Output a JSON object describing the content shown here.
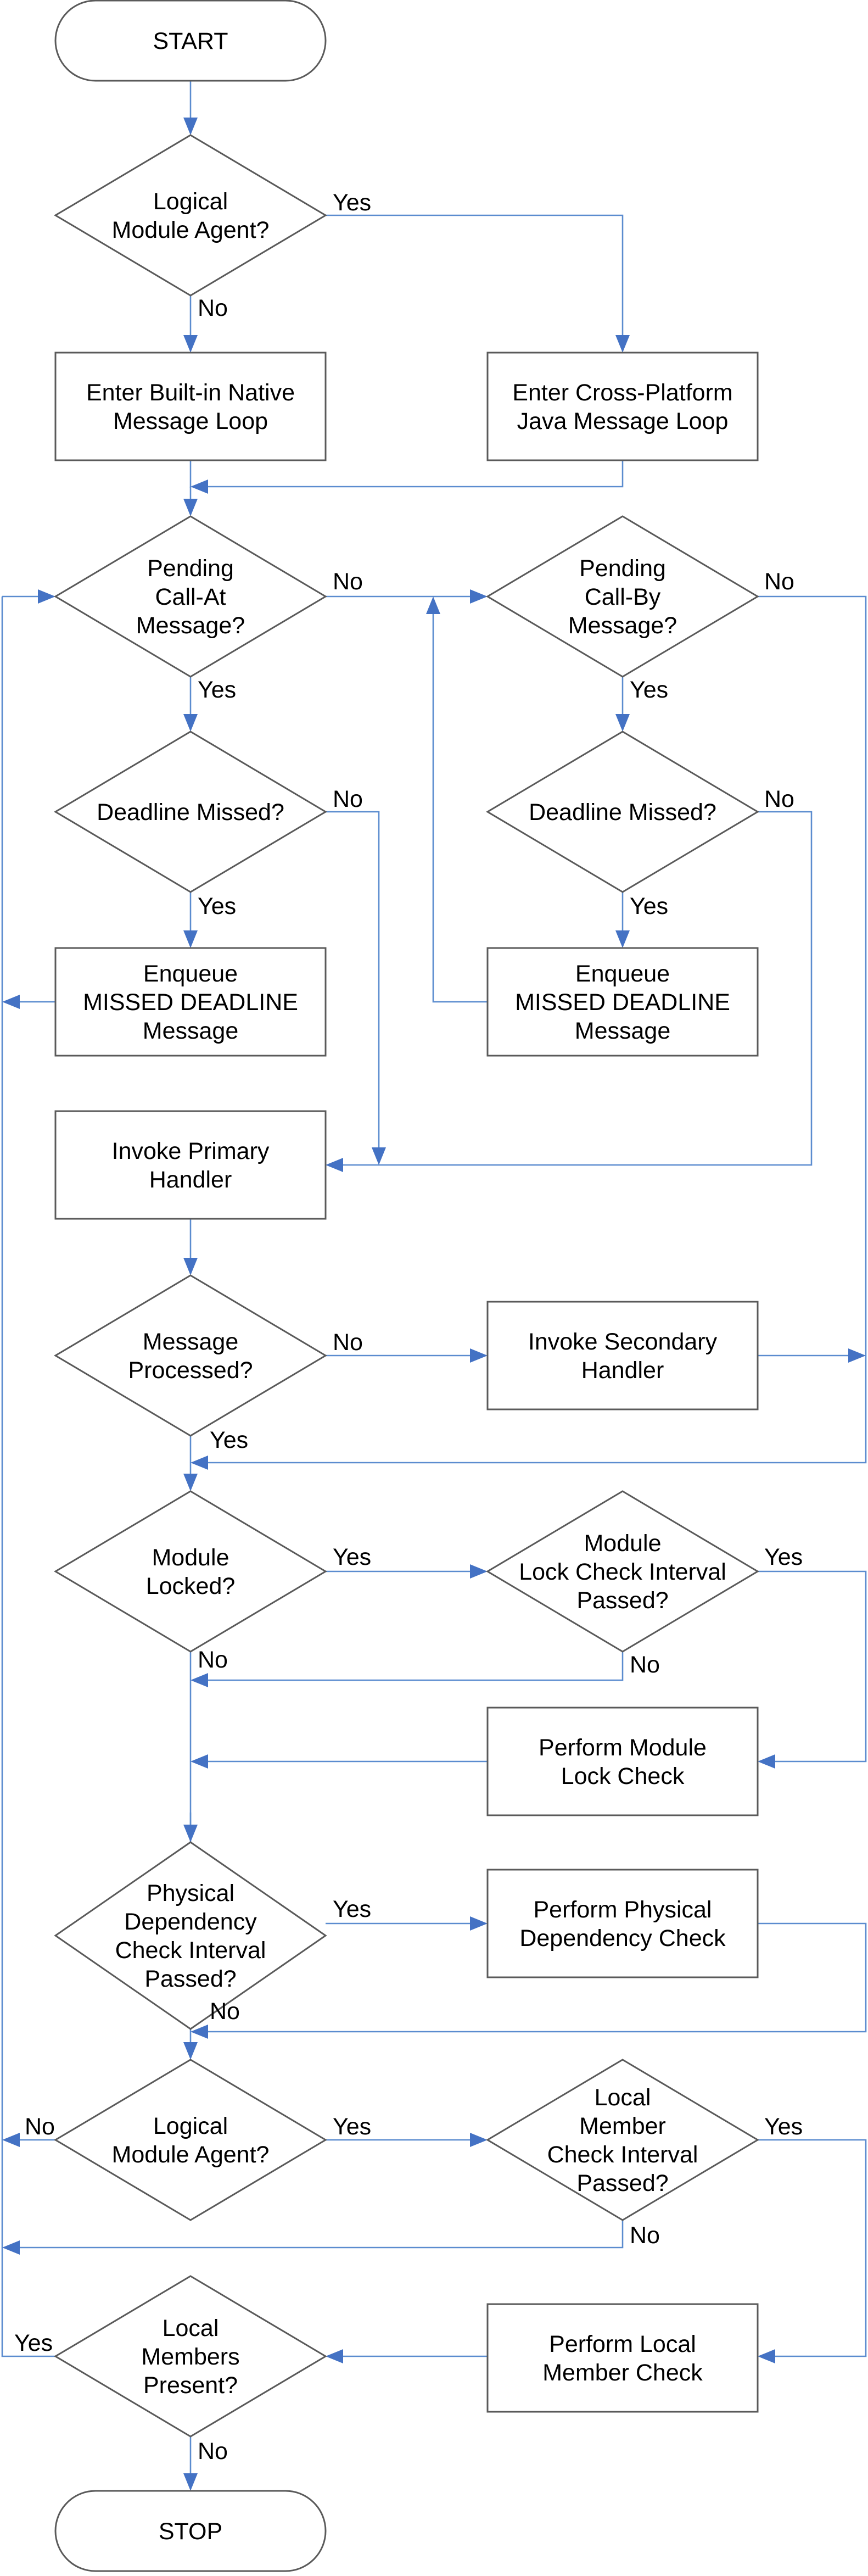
{
  "nodes": {
    "start": {
      "lines": [
        "START"
      ]
    },
    "logical_agent_1": {
      "lines": [
        "Logical",
        "Module Agent?"
      ]
    },
    "native_loop": {
      "lines": [
        "Enter Built-in Native",
        "Message Loop"
      ]
    },
    "java_loop": {
      "lines": [
        "Enter Cross-Platform",
        "Java Message Loop"
      ]
    },
    "pending_call_at": {
      "lines": [
        "Pending",
        "Call-At",
        "Message?"
      ]
    },
    "pending_call_by": {
      "lines": [
        "Pending",
        "Call-By",
        "Message?"
      ]
    },
    "deadline_missed_1": {
      "lines": [
        "Deadline Missed?"
      ]
    },
    "deadline_missed_2": {
      "lines": [
        "Deadline Missed?"
      ]
    },
    "enqueue_missed_1": {
      "lines": [
        "Enqueue",
        "MISSED DEADLINE",
        "Message"
      ]
    },
    "enqueue_missed_2": {
      "lines": [
        "Enqueue",
        "MISSED DEADLINE",
        "Message"
      ]
    },
    "invoke_primary": {
      "lines": [
        "Invoke Primary",
        "Handler"
      ]
    },
    "message_processed": {
      "lines": [
        "Message",
        "Processed?"
      ]
    },
    "invoke_secondary": {
      "lines": [
        "Invoke Secondary",
        "Handler"
      ]
    },
    "module_locked": {
      "lines": [
        "Module",
        "Locked?"
      ]
    },
    "lock_interval": {
      "lines": [
        "Module",
        "Lock Check Interval",
        "Passed?"
      ]
    },
    "perform_lock_check": {
      "lines": [
        "Perform Module",
        "Lock Check"
      ]
    },
    "physical_dependency": {
      "lines": [
        "Physical",
        "Dependency",
        "Check Interval",
        "Passed?"
      ]
    },
    "perform_physical": {
      "lines": [
        "Perform Physical",
        "Dependency Check"
      ]
    },
    "logical_agent_2": {
      "lines": [
        "Logical",
        "Module Agent?"
      ]
    },
    "local_member_interval": {
      "lines": [
        "Local",
        "Member",
        "Check Interval",
        "Passed?"
      ]
    },
    "perform_local": {
      "lines": [
        "Perform Local",
        "Member Check"
      ]
    },
    "members_present": {
      "lines": [
        "Local",
        "Members",
        "Present?"
      ]
    },
    "stop": {
      "lines": [
        "STOP"
      ]
    }
  },
  "edge_labels": {
    "yes": "Yes",
    "no": "No"
  },
  "colors": {
    "edge": "#5b8ccf",
    "arrowhead": "#4472c4",
    "shape_stroke": "#5a5a5a"
  }
}
